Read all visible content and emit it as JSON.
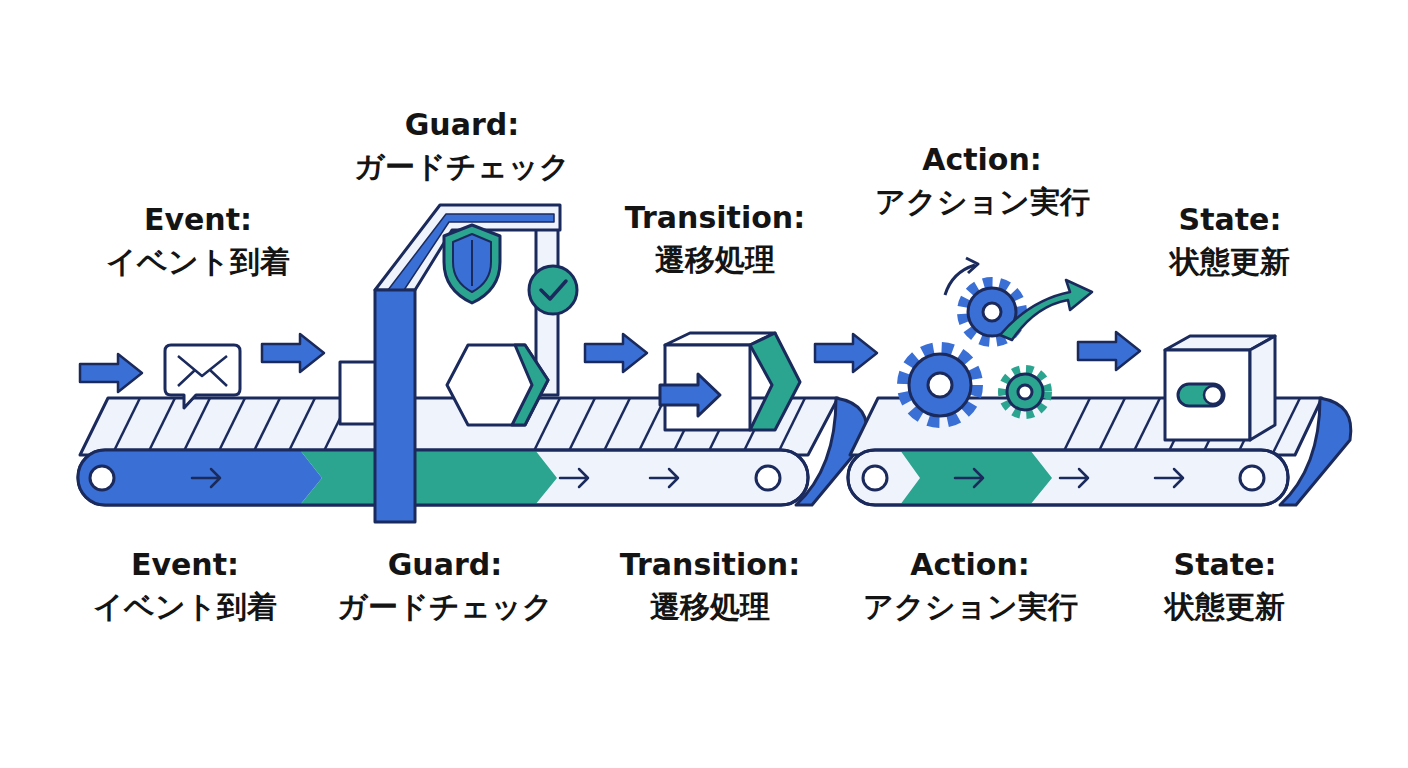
{
  "diagram": {
    "labels": [
      "Event: イベント到着",
      "Guard: ガードチェック",
      "Transition: 遷移処理",
      "Action: アクション実行",
      "State: 状態更新",
      "Event: イベント到着",
      "Guard: ガードチェック",
      "Transition: 遷移処理",
      "Action: アクション実行",
      "State: 状態更新"
    ]
  }
}
